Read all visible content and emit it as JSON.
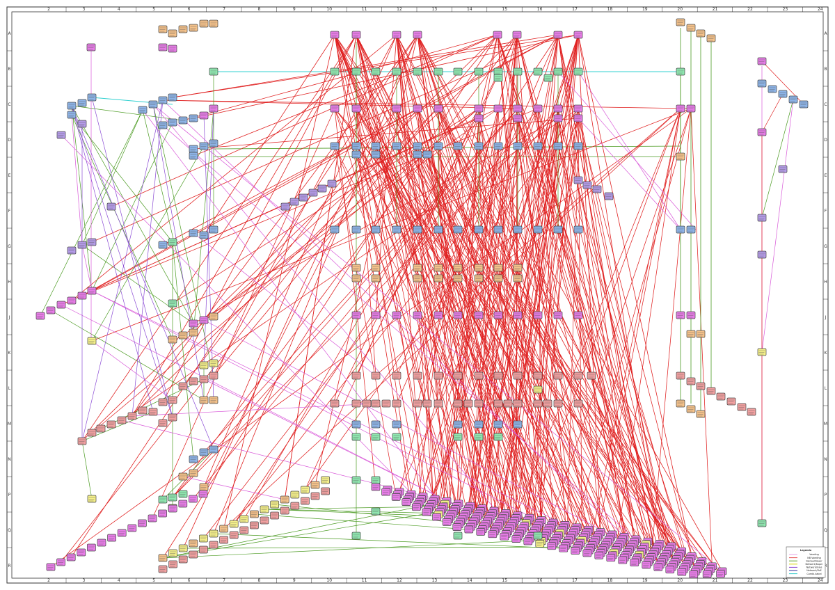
{
  "sheet": {
    "border_color": "#333333",
    "columns": [
      "2",
      "3",
      "4",
      "5",
      "6",
      "7",
      "8",
      "9",
      "10",
      "11",
      "12",
      "13",
      "14",
      "15",
      "16",
      "17",
      "18",
      "19",
      "20",
      "21",
      "22",
      "23",
      "24"
    ],
    "rows": [
      "A",
      "B",
      "C",
      "D",
      "E",
      "F",
      "G",
      "H",
      "J",
      "K",
      "L",
      "M",
      "N",
      "P",
      "Q",
      "R"
    ]
  },
  "legend": {
    "title": "Legenda",
    "items": [
      {
        "label": "Voeding",
        "color": "#e6a0e6"
      },
      {
        "label": "NB Voeding",
        "color": "#e64a4a"
      },
      {
        "label": "Signaal/Vaaer",
        "color": "#5aa02c"
      },
      {
        "label": "Netwerk/Koper",
        "color": "#d4d400"
      },
      {
        "label": "Netwerk/Glas",
        "color": "#8a4ad4"
      },
      {
        "label": "Netwerk/PoE",
        "color": "#2f2f9a"
      },
      {
        "label": "Combi-kabel",
        "color": "#30c8c8"
      }
    ]
  },
  "colors": {
    "magenta_node": "#e87ce8",
    "blue_node": "#8db4e8",
    "green_node": "#8fe8b0",
    "orange_node": "#f5c28a",
    "yellow_node": "#f5f08a",
    "purple_node": "#b49be8",
    "pink_node": "#f2a0a0",
    "red_line": "#e02020",
    "green_line": "#4a9a20",
    "magenta_line": "#d858d8",
    "purple_line": "#8a4ad4",
    "cyan_line": "#30d0d0"
  }
}
